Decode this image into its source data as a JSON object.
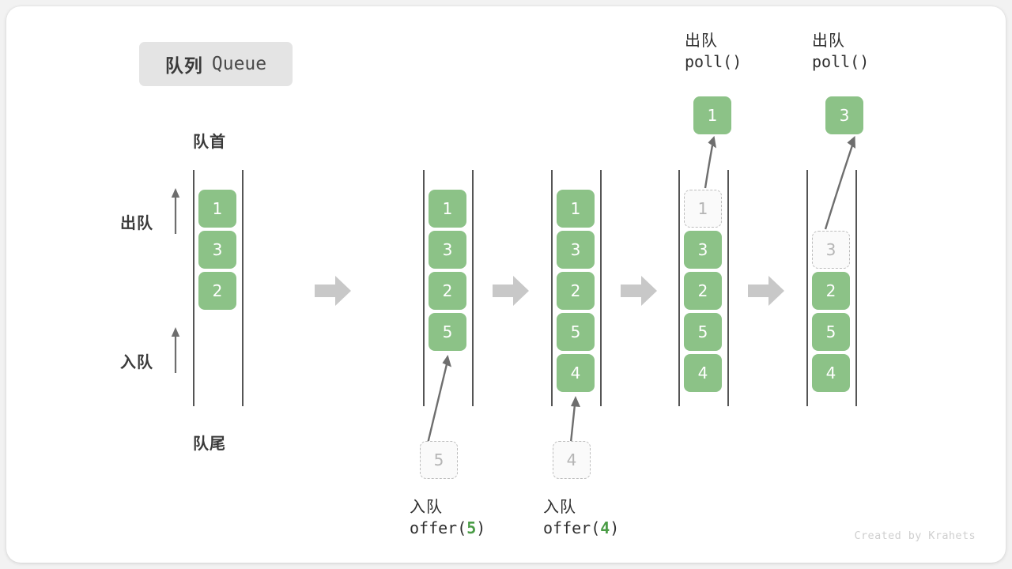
{
  "title": {
    "cjk": "队列",
    "latin": "Queue"
  },
  "captions": {
    "head": "队首",
    "tail": "队尾"
  },
  "side_labels": {
    "dequeue": "出队",
    "enqueue": "入队"
  },
  "credit": "Created by Krahets",
  "colors": {
    "box_green": "#8cc287",
    "box_text": "#ffffff",
    "ghost_border": "#bdbdbd",
    "ghost_text": "#b5b5b5",
    "rail": "#555555",
    "step_arrow": "#c8c8c8",
    "thin_arrow": "#6e6e6e",
    "badge_bg": "#e4e4e4",
    "accent_green_text": "#4a9c46"
  },
  "columns": [
    {
      "id": "col-1",
      "slots": [
        {
          "value": "1",
          "state": "filled"
        },
        {
          "value": "3",
          "state": "filled"
        },
        {
          "value": "2",
          "state": "filled"
        }
      ]
    },
    {
      "id": "col-2",
      "slots": [
        {
          "value": "1",
          "state": "filled"
        },
        {
          "value": "3",
          "state": "filled"
        },
        {
          "value": "2",
          "state": "filled"
        },
        {
          "value": "5",
          "state": "filled"
        }
      ]
    },
    {
      "id": "col-3",
      "slots": [
        {
          "value": "1",
          "state": "filled"
        },
        {
          "value": "3",
          "state": "filled"
        },
        {
          "value": "2",
          "state": "filled"
        },
        {
          "value": "5",
          "state": "filled"
        },
        {
          "value": "4",
          "state": "filled"
        }
      ]
    },
    {
      "id": "col-4",
      "slots": [
        {
          "value": "1",
          "state": "ghost"
        },
        {
          "value": "3",
          "state": "filled"
        },
        {
          "value": "2",
          "state": "filled"
        },
        {
          "value": "5",
          "state": "filled"
        },
        {
          "value": "4",
          "state": "filled"
        }
      ]
    },
    {
      "id": "col-5",
      "slots": [
        {
          "value": "",
          "state": "empty"
        },
        {
          "value": "3",
          "state": "ghost"
        },
        {
          "value": "2",
          "state": "filled"
        },
        {
          "value": "5",
          "state": "filled"
        },
        {
          "value": "4",
          "state": "filled"
        }
      ]
    }
  ],
  "operations": {
    "offer_5": {
      "line1": "入队",
      "fn_open": "offer(",
      "fn_arg": "5",
      "fn_close": ")",
      "ghost_value": "5"
    },
    "offer_4": {
      "line1": "入队",
      "fn_open": "offer(",
      "fn_arg": "4",
      "fn_close": ")",
      "ghost_value": "4"
    },
    "poll_1": {
      "line1": "出队",
      "line2": "poll()",
      "popped_value": "1"
    },
    "poll_2": {
      "line1": "出队",
      "line2": "poll()",
      "popped_value": "3"
    }
  }
}
